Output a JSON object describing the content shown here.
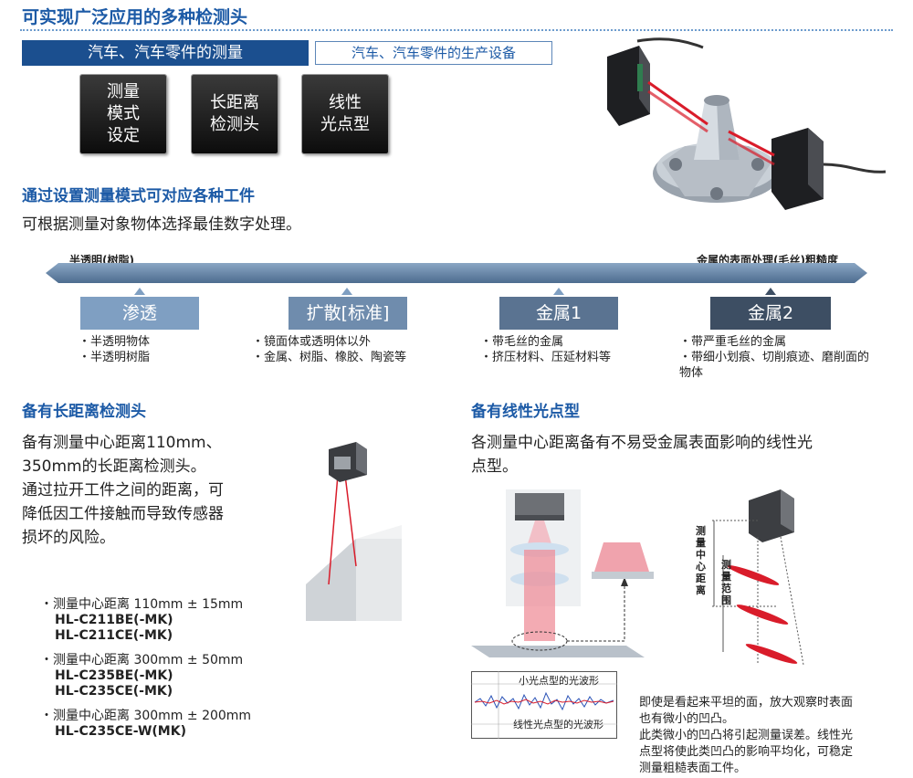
{
  "page_title": "可实现广泛应用的多种检测头",
  "tabs": {
    "active": "汽车、汽车零件的测量",
    "inactive": "汽车、汽车零件的生产设备"
  },
  "features": [
    "测量\n模式\n设定",
    "长距离\n检测头",
    "线性\n光点型"
  ],
  "mode_section": {
    "heading": "通过设置测量模式可对应各种工件",
    "description": "可根据测量对象物体选择最佳数字处理。",
    "scale_left": "半透明(树脂)",
    "scale_right": "金属的表面处理(毛丝)粗糙度",
    "modes": [
      {
        "label": "渗透",
        "items": [
          "半透明物体",
          "半透明树脂"
        ]
      },
      {
        "label": "扩散[标准]",
        "items": [
          "镜面体或透明体以外",
          "金属、树脂、橡胶、陶瓷等"
        ]
      },
      {
        "label": "金属1",
        "items": [
          "带毛丝的金属",
          "挤压材料、压延材料等"
        ]
      },
      {
        "label": "金属2",
        "items": [
          "带严重毛丝的金属",
          "带细小划痕、切削痕迹、磨削面的物体"
        ]
      }
    ]
  },
  "long_range": {
    "heading": "备有长距离检测头",
    "text": [
      "备有测量中心距离110mm、",
      "350mm的长距离检测头。",
      "通过拉开工件之间的距离，可",
      "降低因工件接触而导致传感器",
      "损坏的风险。"
    ],
    "specs": [
      {
        "range": "・测量中心距离 110mm ± 15mm",
        "models": [
          "HL-C211BE(-MK)",
          "HL-C211CE(-MK)"
        ]
      },
      {
        "range": "・测量中心距离 300mm ± 50mm",
        "models": [
          "HL-C235BE(-MK)",
          "HL-C235CE(-MK)"
        ]
      },
      {
        "range": "・测量中心距离 300mm ± 200mm",
        "models": [
          "HL-C235CE-W(MK)"
        ]
      }
    ]
  },
  "line_spot": {
    "heading": "备有线性光点型",
    "text": [
      "各测量中心距离备有不易受金属表面影响的线性光",
      "点型。"
    ],
    "wave_small": "小光点型的光波形",
    "wave_line": "线性光点型的光波形",
    "label_center": "测量中心距离",
    "label_range": "测量范围",
    "note": [
      "即使是看起来平坦的面，放大观察时表面",
      "也有微小的凹凸。",
      "此类微小的凹凸将引起测量误差。线性光",
      "点型将使此类凹凸的影响平均化，可稳定",
      "测量粗糙表面工件。"
    ]
  },
  "colors": {
    "title_blue": "#1c5aa6",
    "tab_dark": "#1b4f8f",
    "mode_box": "#7f9fc2",
    "mode_box_dark": "#3d4e63",
    "laser_red": "#d91c2a"
  }
}
